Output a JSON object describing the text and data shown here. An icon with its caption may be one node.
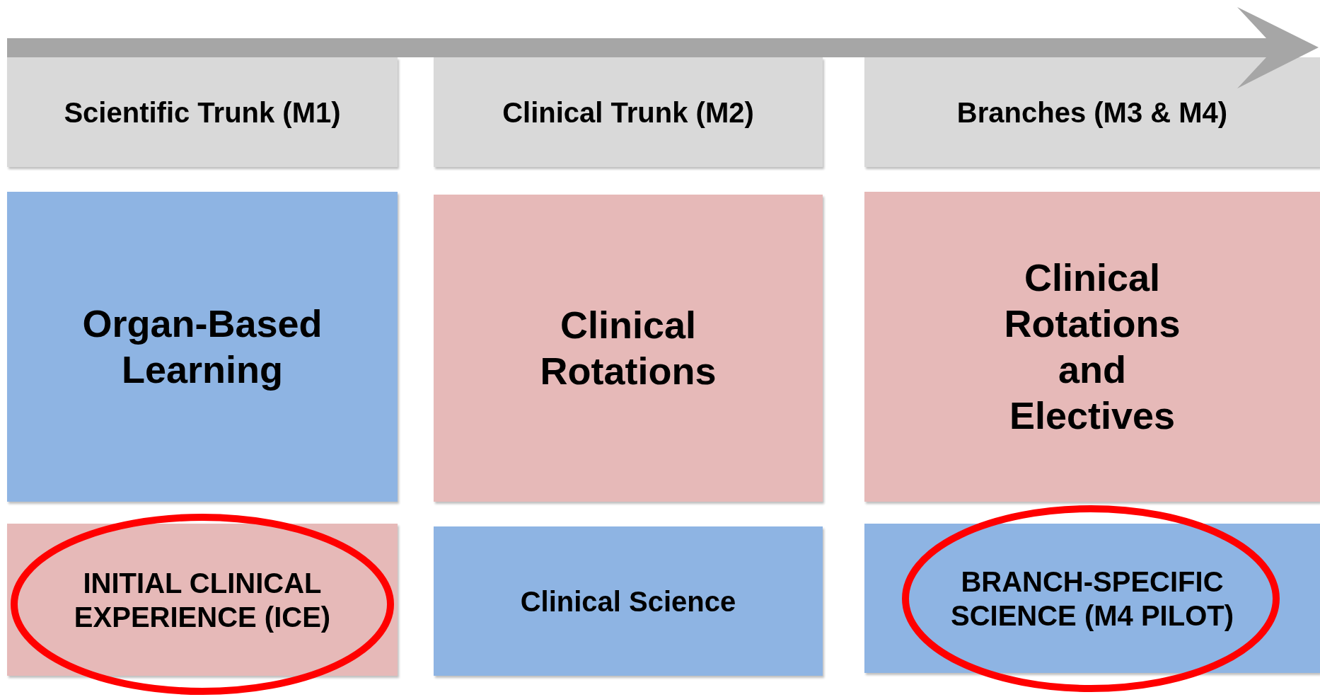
{
  "diagram": {
    "nodes": [
      {
        "text": [
          "Scientific Trunk (M1)"
        ]
      },
      {
        "text": [
          "Clinical Trunk (M2)"
        ]
      },
      {
        "text": [
          "Branches (M3 & M4)"
        ]
      },
      {
        "text": [
          "Organ-Based Learning"
        ]
      },
      {
        "text": [
          "Clinical Rotations"
        ]
      },
      {
        "text": [
          "Clinical Rotations and Electives"
        ]
      },
      {
        "text": [
          "INITIAL CLINICAL EXPERIENCE (ICE)"
        ]
      },
      {
        "text": [
          "Clinical Science"
        ]
      },
      {
        "text": [
          "BRANCH-SPECIFIC SCIENCE (M4 PILOT)"
        ]
      }
    ]
  }
}
